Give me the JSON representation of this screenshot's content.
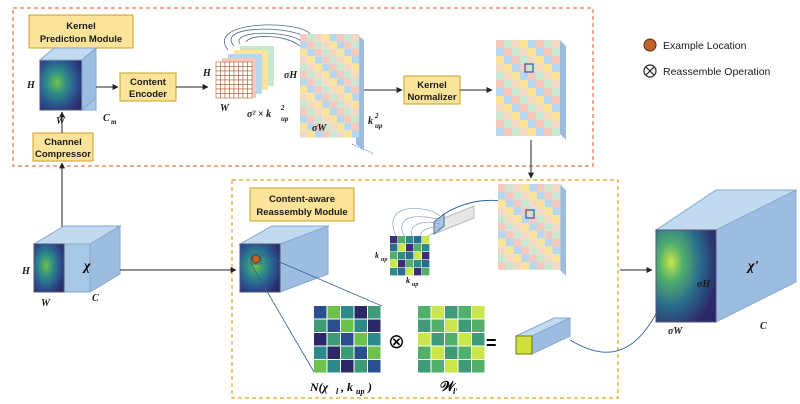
{
  "modules": {
    "kernel_prediction": [
      "Kernel",
      "Prediction Module"
    ],
    "content_aware": [
      "Content-aware",
      "Reassembly Module"
    ]
  },
  "boxes": {
    "content_encoder": [
      "Content",
      "Encoder"
    ],
    "kernel_normalizer": [
      "Kernel",
      "Normalizer"
    ],
    "channel_compressor": [
      "Channel",
      "Compressor"
    ]
  },
  "legend": {
    "example_location": "Example Location",
    "reassemble_operation": "Reassemble Operation"
  },
  "labels": {
    "H": "H",
    "W": "W",
    "C_m": "C",
    "C_m_sub": "m",
    "sigma_H": "σH",
    "sigma_W": "σW",
    "sigma2_kup2": "σ² × k",
    "sigma2_kup2_sub": "up",
    "sigma2_kup2_sup": "2",
    "k_up": "k",
    "k_up_sub": "up",
    "k_up_sup": "2",
    "chi": "χ",
    "chi_prime": "χ'",
    "C": "C",
    "N_expr": "N(χ",
    "N_expr_sub": "l",
    "N_expr_tail": ", k",
    "N_expr_tail_sub": "up",
    "N_expr_close": ")",
    "W_l": "𝒲",
    "W_l_sub": "l'",
    "otimes": "⊗",
    "equals": "="
  },
  "colors": {
    "module_border": "#e8734a",
    "module_border2": "#e3a11f",
    "box_fill": "#fbe39a",
    "box_stroke": "#c9a227",
    "cube": "#a7c7e7",
    "cube_dark": "#86a9cf",
    "example_dot": "#c0622a"
  }
}
